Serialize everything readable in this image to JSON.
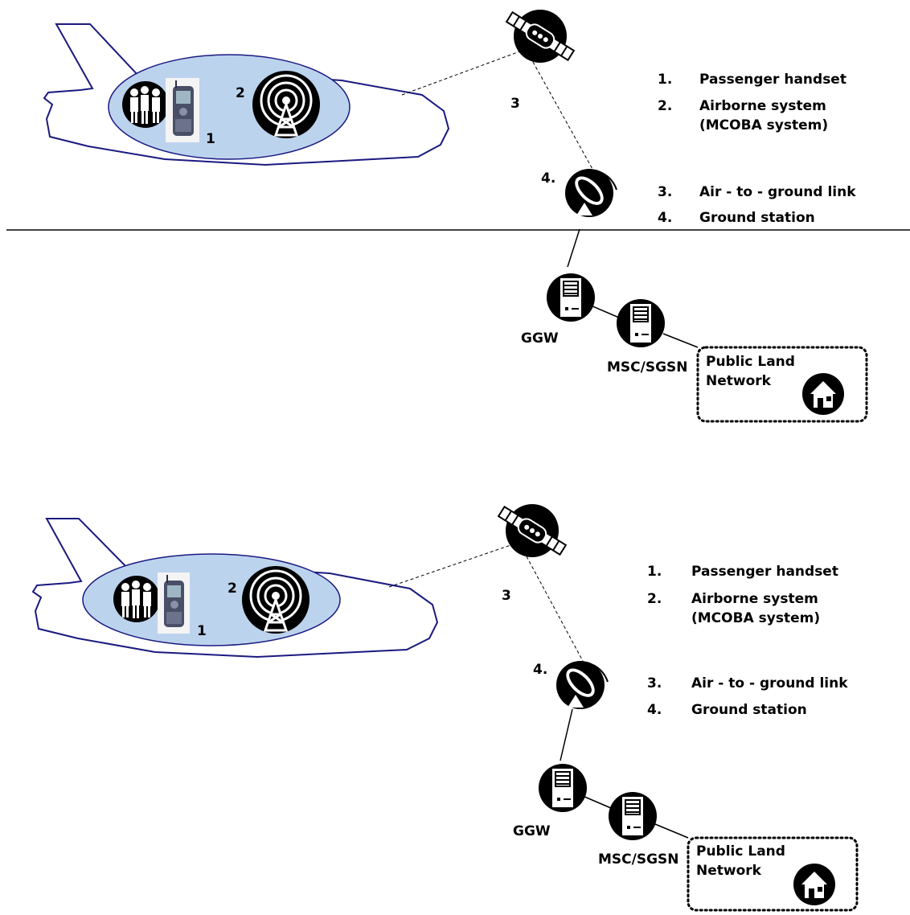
{
  "diagrams": [
    {
      "labels": {
        "handset_num": "1",
        "airborne_num": "2",
        "link_num": "3",
        "ground_num": "4.",
        "ggw": "GGW",
        "msc": "MSC/SGSN",
        "pln_line1": "Public Land",
        "pln_line2": "Network"
      },
      "legend": [
        {
          "num": "1.",
          "text": "Passenger handset"
        },
        {
          "num": "2.",
          "text": "Airborne system"
        },
        {
          "num": "",
          "text": "(MCOBA system)"
        },
        {
          "num": "3.",
          "text": "Air  - to - ground link"
        },
        {
          "num": "4.",
          "text": "Ground station"
        }
      ]
    },
    {
      "labels": {
        "handset_num": "1",
        "airborne_num": "2",
        "link_num": "3",
        "ground_num": "4.",
        "ggw": "GGW",
        "msc": "MSC/SGSN",
        "pln_line1": "Public Land",
        "pln_line2": "Network"
      },
      "legend": [
        {
          "num": "1.",
          "text": "Passenger handset"
        },
        {
          "num": "2.",
          "text": "Airborne system"
        },
        {
          "num": "",
          "text": "(MCOBA system)"
        },
        {
          "num": "3.",
          "text": "Air  - to - ground link"
        },
        {
          "num": "4.",
          "text": "Ground station"
        }
      ]
    }
  ],
  "colors": {
    "plane_outline": "#1a1a80",
    "cabin_fill": "#bcd3ee",
    "icon_fill": "#000000",
    "line": "#000000"
  }
}
